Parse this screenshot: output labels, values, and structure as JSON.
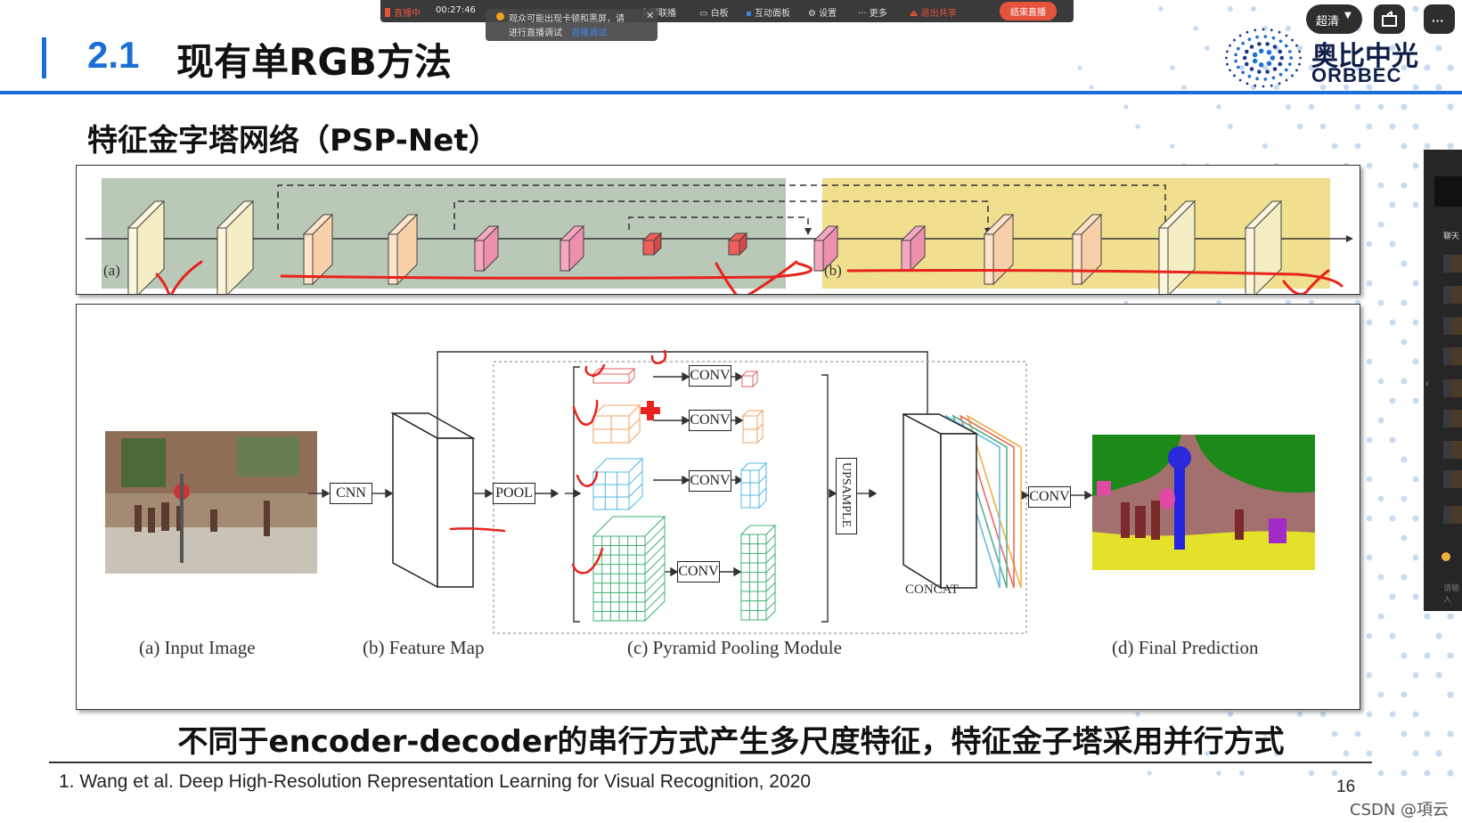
{
  "header": {
    "section_number": "2.1",
    "section_title": "现有单RGB方法",
    "logo_cn": "奥比中光",
    "logo_en": "ORBBEC"
  },
  "subtitle": "特征金字塔网络（PSP-Net）",
  "top_panel": {
    "label_a": "(a)",
    "label_b": "(b)"
  },
  "diagram": {
    "blocks": {
      "cnn": "CNN",
      "pool": "POOL",
      "conv": "CONV",
      "upsample": "UPSAMPLE",
      "concat": "CONCAT"
    },
    "captions": {
      "input": "(a) Input Image",
      "feature_map": "(b) Feature Map",
      "pyramid": "(c) Pyramid Pooling Module",
      "prediction": "(d) Final Prediction"
    }
  },
  "caption": "不同于encoder-decoder的串行方式产生多尺度特征，特征金子塔采用并行方式",
  "reference": "1. Wang et al. Deep High-Resolution Representation Learning for Visual Recognition, 2020",
  "page_number": "16",
  "watermark": "CSDN @項云",
  "live_toolbar": {
    "status": "直播中",
    "timer": "00:27:46",
    "multi_link": "多群联播",
    "whiteboard": "白板",
    "interact": "互动面板",
    "settings": "设置",
    "more": "更多",
    "exit_share": "退出共享",
    "end_live": "结束直播"
  },
  "toast": {
    "line1": "观众可能出现卡顿和黑屏，请",
    "line2": "进行直播调试",
    "link": "直播调试"
  },
  "player_controls": {
    "quality": "超清"
  },
  "side_panel": {
    "chat_title": "聊天",
    "input_hint": "请输入"
  },
  "colors": {
    "accent": "#1a6ed8",
    "annotation_red": "#e8231d",
    "live_end": "#e5533d"
  }
}
